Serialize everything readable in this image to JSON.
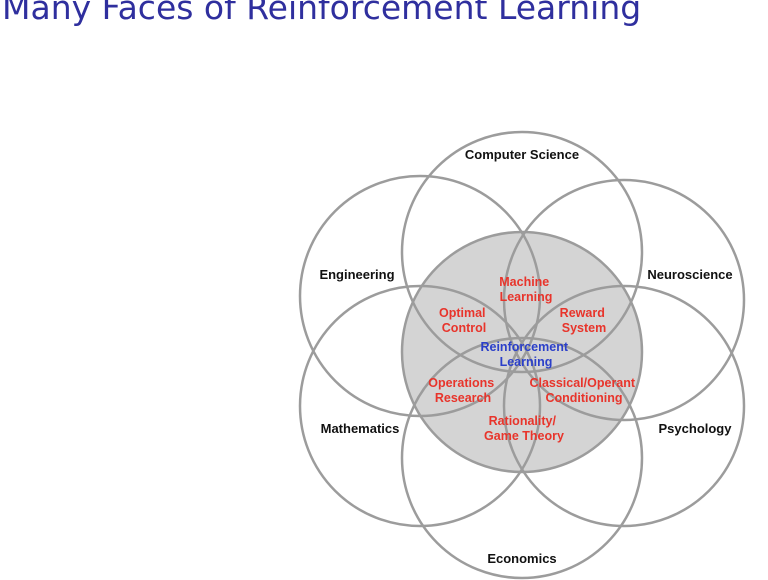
{
  "title": "Many Faces of Reinforcement Learning",
  "colors": {
    "title": "#2f2f9e",
    "circle_stroke": "#9c9c9c",
    "center_fill": "#d4d4d4",
    "field_text": "#111111",
    "intersection_text": "#e8342b",
    "center_text": "#2b3fc9"
  },
  "fields": {
    "computer_science": "Computer Science",
    "neuroscience": "Neuroscience",
    "psychology": "Psychology",
    "economics": "Economics",
    "mathematics": "Mathematics",
    "engineering": "Engineering"
  },
  "intersections": {
    "machine_learning": [
      "Machine",
      "Learning"
    ],
    "reward_system": [
      "Reward",
      "System"
    ],
    "classical_conditioning": [
      "Classical/Operant",
      "Conditioning"
    ],
    "rationality": [
      "Rationality/",
      "Game Theory"
    ],
    "operations_research": [
      "Operations",
      "Research"
    ],
    "optimal_control": [
      "Optimal",
      "Control"
    ]
  },
  "center": [
    "Reinforcement",
    "Learning"
  ]
}
